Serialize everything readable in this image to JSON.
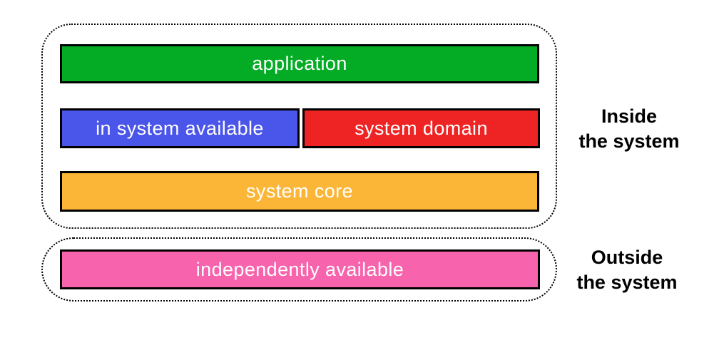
{
  "canvas": {
    "background": "#FFFFFF"
  },
  "colors": {
    "application_green": "#04AC26",
    "in_system_available_blue": "#4A55E9",
    "system_domain_red": "#EE2424",
    "system_core_orange": "#FBB637",
    "independently_available_pink": "#F763AC",
    "box_border": "#000000",
    "box_text": "#FFFFFF",
    "boundary_dotted": "#000000",
    "side_label_text": "#000000"
  },
  "inside_group": {
    "side_label": {
      "line1": "Inside",
      "line2": "the system"
    },
    "boxes": {
      "application": "application",
      "in_system_available": "in system available",
      "system_domain": "system domain",
      "system_core": "system core"
    }
  },
  "outside_group": {
    "side_label": {
      "line1": "Outside",
      "line2": "the system"
    },
    "boxes": {
      "independently_available": "independently available"
    }
  }
}
